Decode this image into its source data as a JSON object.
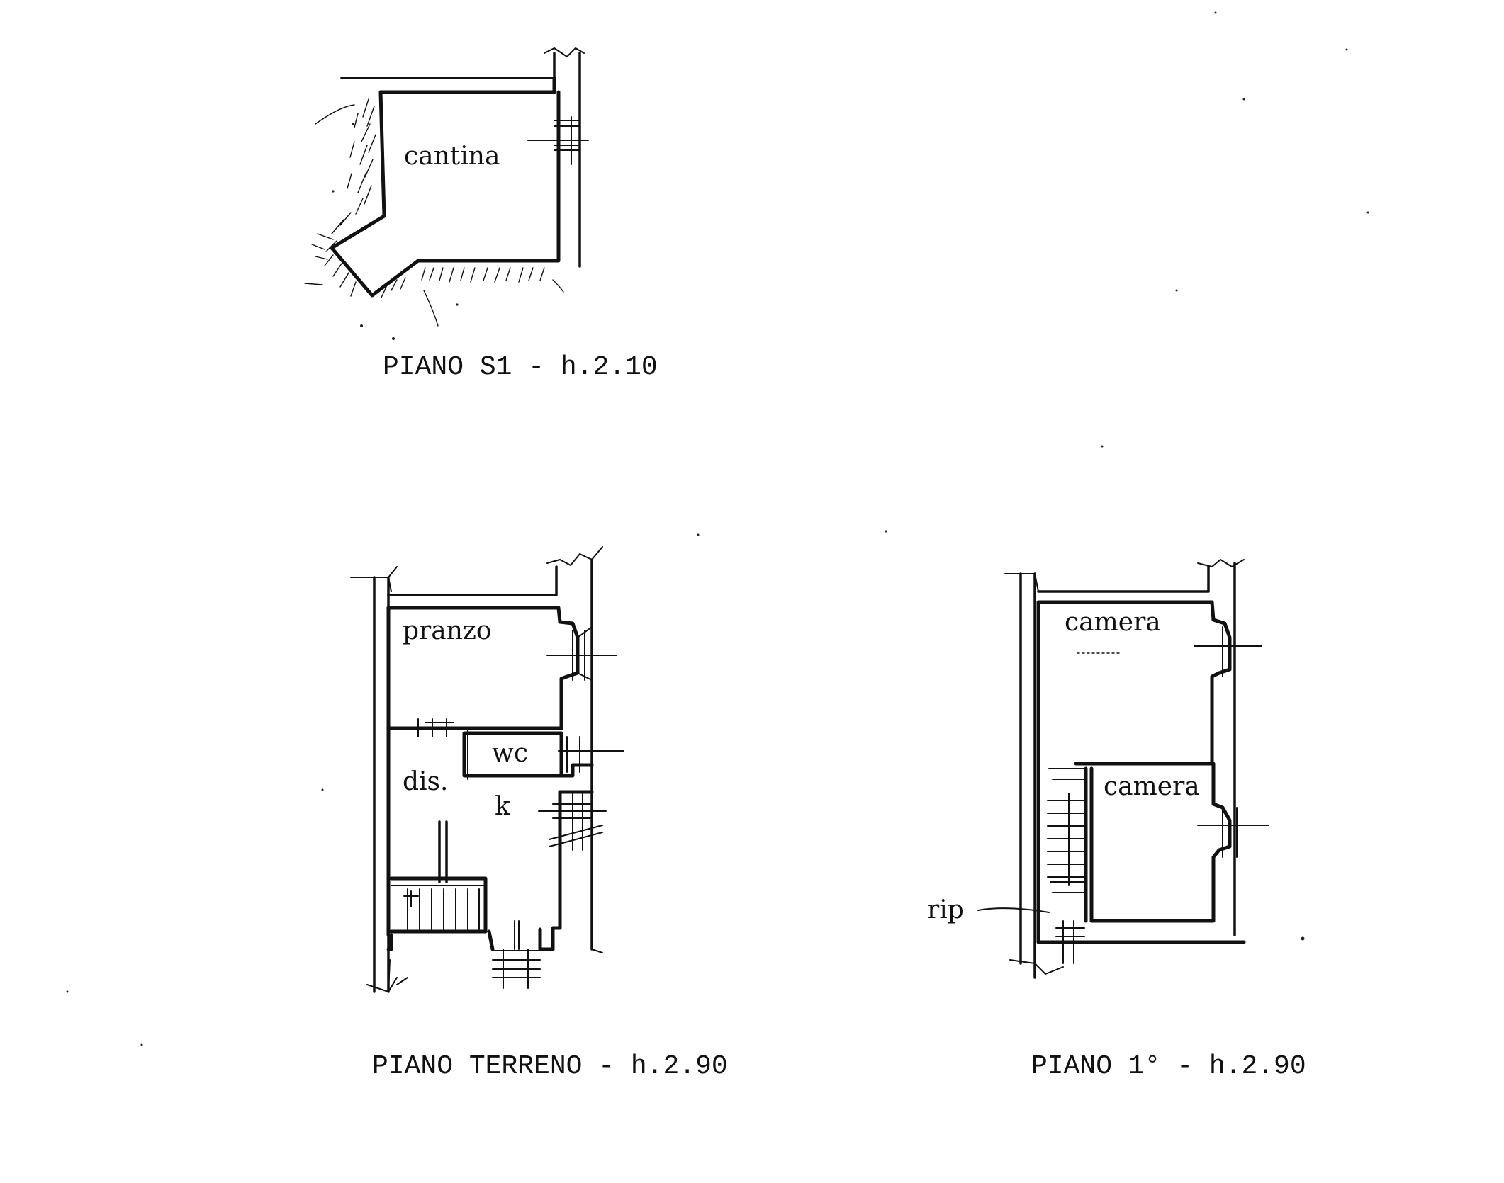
{
  "floors": {
    "s1": {
      "caption": "PIANO S1 - h.2.10",
      "rooms": {
        "cantina": "cantina"
      }
    },
    "terreno": {
      "caption": "PIANO TERRENO - h.2.90",
      "rooms": {
        "pranzo": "pranzo",
        "wc": "wc",
        "dis": "dis.",
        "k": "k"
      }
    },
    "primo": {
      "caption": "PIANO 1° - h.2.90",
      "rooms": {
        "camera_1": "camera",
        "camera_2": "camera",
        "rip": "rip"
      }
    }
  },
  "colors": {
    "ink": "#111111",
    "paper": "#ffffff"
  }
}
